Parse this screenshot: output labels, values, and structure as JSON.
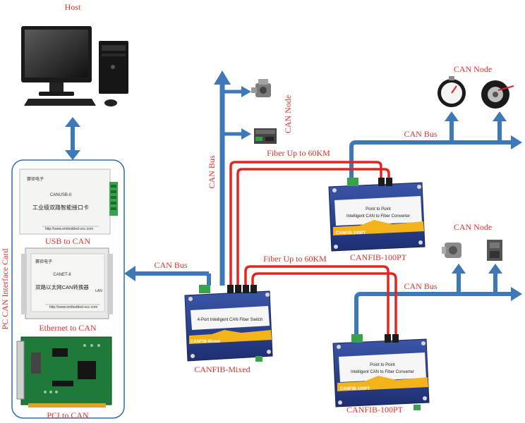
{
  "labels": {
    "host": "Host",
    "pc_can_interface_card": "PC CAN Interface Card",
    "usb_to_can": "USB to CAN",
    "ethernet_to_can": "Ethernet to CAN",
    "pci_to_can": "PCI to CAN",
    "can_bus_left": "CAN Bus",
    "can_bus_vertical": "CAN Bus",
    "can_node_vertical": "CAN Node",
    "can_node_top_right": "CAN Node",
    "can_node_mid_right": "CAN Node",
    "can_bus_top": "CAN Bus",
    "can_bus_bottom": "CAN Bus",
    "fiber_upper": "Fiber Up to 60KM",
    "fiber_lower": "Fiber Up to 60KM",
    "canfib_mixed": "CANFIB-Mixed",
    "canfib_100pt_top": "CANFIB-100PT",
    "canfib_100pt_bottom": "CANFIB-100PT"
  },
  "devices": {
    "usb_card": {
      "brand": "赛钜电子",
      "model": "CANUSB-II",
      "title": "工业级双路智能接口卡",
      "url": "http://www.embedded-soc.com"
    },
    "eth_card": {
      "brand": "赛钜电子",
      "model": "CANET-II",
      "title": "双路以太网CAN转换器",
      "url": "http://www.embedded-soc.com",
      "side_label": "LAN"
    },
    "switch": {
      "title": "4-Port Intelligent CAN Fiber Switch",
      "tag": "CANFIB-Mixed"
    },
    "converter_top": {
      "title_1": "Point to Point",
      "title_2": "Intelligent CAN to Fiber Converter",
      "tag": "CANFIB-100PT"
    },
    "converter_bottom": {
      "title_1": "Point to Point",
      "title_2": "Intelligent CAN to Fiber Converter",
      "tag": "CANFIB-100PT"
    }
  },
  "colors": {
    "bus_blue": "#3d78b8",
    "fiber_red": "#e5231f",
    "label_red": "#e0322b",
    "panel_border": "#2f6db5",
    "device_navy": "#2c3f8c",
    "device_yellow": "#f3b31b"
  }
}
